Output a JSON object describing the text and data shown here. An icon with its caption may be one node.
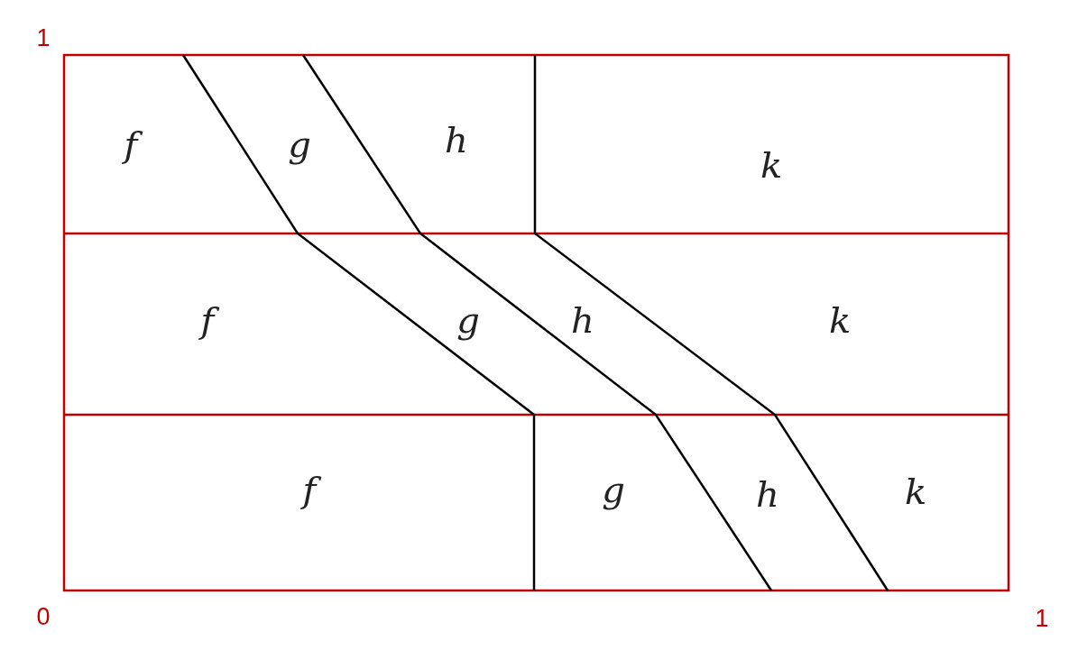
{
  "diagram": {
    "labels": [
      "1",
      "f",
      "g",
      "h",
      "k",
      "f",
      "g",
      "h",
      "k",
      "f",
      "g",
      "h",
      "k",
      "0",
      "1"
    ]
  }
}
